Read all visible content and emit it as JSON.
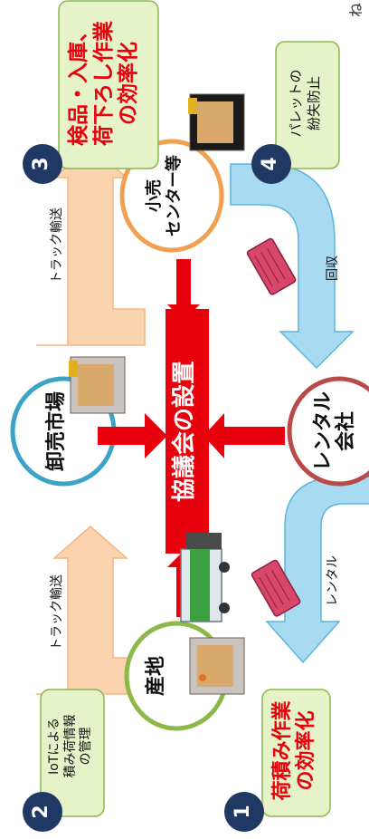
{
  "colors": {
    "council": "#e8000d",
    "wholesale_ring": "#3aa3c6",
    "origin_ring": "#8cb84a",
    "retail_ring": "#f0a050",
    "rental_ring": "#b84a4a",
    "truck_arrow": "#fbd3ae",
    "blue_arrow": "#a8daf2",
    "badge": "#1f3864",
    "box_fill": "#e6f3c9",
    "box_stroke": "#8ab84a"
  },
  "council": {
    "label": "協議会の設置"
  },
  "nodes": {
    "origin": "産地",
    "wholesale": "卸売市場",
    "retail_line1": "小売",
    "retail_line2": "センター等",
    "rental_line1": "レンタル",
    "rental_line2": "会社"
  },
  "flows": {
    "truck_left": "トラック輸送",
    "truck_right": "トラック輸送",
    "rental_out": "レンタル",
    "collect": "回収"
  },
  "measures": [
    {
      "number": "1",
      "line1": "荷積み作業",
      "line2": "の効率化"
    },
    {
      "number": "2",
      "line1": "IoTによる",
      "line2": "積み荷情報",
      "line3": "の管理"
    },
    {
      "number": "3",
      "line1": "検品・入庫、",
      "line2": "荷下ろし作業",
      "line3": "の効率化"
    },
    {
      "number": "4",
      "line1": "パレットの",
      "line2": "紛失防止"
    }
  ],
  "icons": {
    "forklift_box": "forklift-pallet-icon",
    "truck": "truck-icon",
    "pallet": "pallet-icon"
  },
  "edge_fragment": "ね"
}
